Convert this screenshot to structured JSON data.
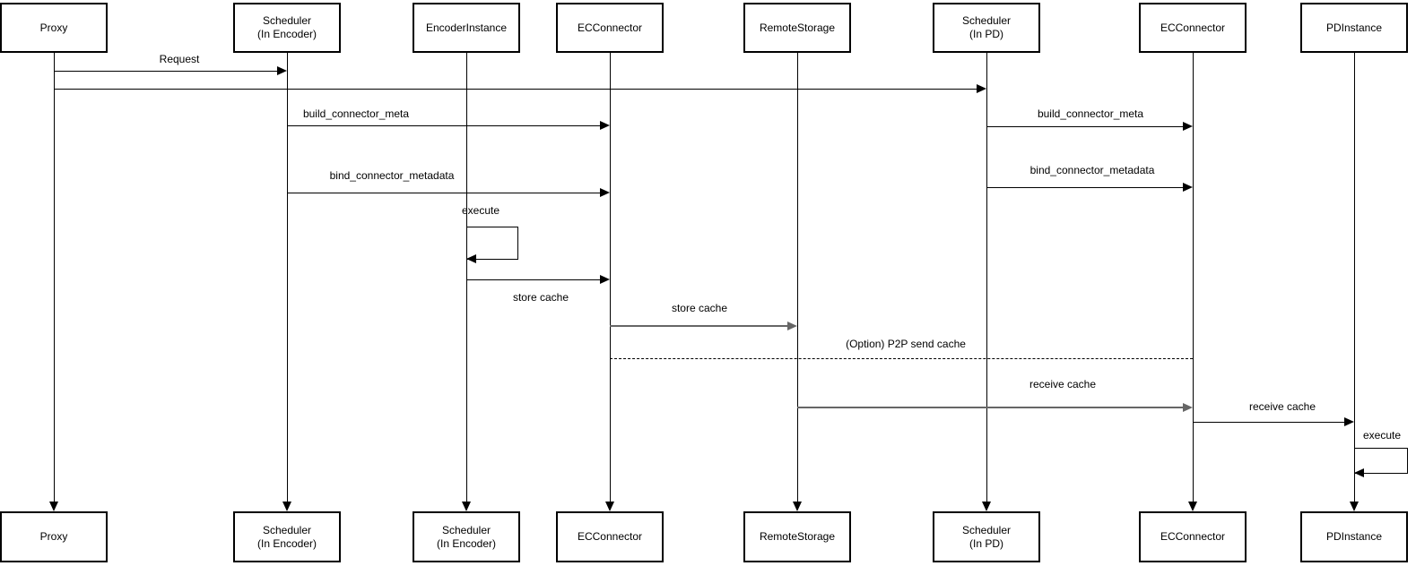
{
  "diagram": {
    "kind": "uml-sequence-diagram",
    "colors": {
      "stroke": "#000000",
      "stroke_alt": "#666666",
      "fill": "#ffffff",
      "text": "#000000"
    },
    "actors": [
      {
        "name": "Proxy",
        "top_label": "Proxy",
        "bottom_label": "Proxy"
      },
      {
        "name": "Scheduler (In Encoder)",
        "top_label": "Scheduler\n(In Encoder)",
        "bottom_label": "Scheduler\n(In Encoder)"
      },
      {
        "name": "EncoderInstance",
        "top_label": "EncoderInstance",
        "bottom_label": "Scheduler\n(In Encoder)"
      },
      {
        "name": "ECConnector (Encoder side)",
        "top_label": "ECConnector",
        "bottom_label": "ECConnector"
      },
      {
        "name": "RemoteStorage",
        "top_label": "RemoteStorage",
        "bottom_label": "RemoteStorage"
      },
      {
        "name": "Scheduler (In PD)",
        "top_label": "Scheduler\n(In PD)",
        "bottom_label": "Scheduler\n(In PD)"
      },
      {
        "name": "ECConnector (PD side)",
        "top_label": "ECConnector",
        "bottom_label": "ECConnector"
      },
      {
        "name": "PDInstance",
        "top_label": "PDInstance",
        "bottom_label": "PDInstance"
      }
    ],
    "messages": [
      {
        "label": "Request",
        "from": "Proxy",
        "to": "Scheduler (In Encoder)",
        "style": "solid"
      },
      {
        "label": "",
        "from": "Proxy",
        "to": "Scheduler (In PD)",
        "style": "solid"
      },
      {
        "label": "build_connector_meta",
        "from": "Scheduler (In Encoder)",
        "to": "ECConnector (Encoder side)",
        "style": "solid"
      },
      {
        "label": "bind_connector_metadata",
        "from": "Scheduler (In Encoder)",
        "to": "ECConnector (Encoder side)",
        "style": "solid"
      },
      {
        "label": "execute",
        "from": "EncoderInstance",
        "to": "EncoderInstance",
        "style": "self"
      },
      {
        "label": "store cache",
        "from": "EncoderInstance",
        "to": "ECConnector (Encoder side)",
        "style": "solid"
      },
      {
        "label": "store cache",
        "from": "ECConnector (Encoder side)",
        "to": "RemoteStorage",
        "style": "solid"
      },
      {
        "label": "(Option) P2P send cache",
        "from": "ECConnector (Encoder side)",
        "to": "ECConnector (PD side)",
        "style": "dashed"
      },
      {
        "label": "receive cache",
        "from": "RemoteStorage",
        "to": "ECConnector (PD side)",
        "style": "solid"
      },
      {
        "label": "receive cache",
        "from": "ECConnector (PD side)",
        "to": "PDInstance",
        "style": "solid"
      },
      {
        "label": "build_connector_meta",
        "from": "Scheduler (In PD)",
        "to": "ECConnector (PD side)",
        "style": "solid"
      },
      {
        "label": "bind_connector_metadata",
        "from": "Scheduler (In PD)",
        "to": "ECConnector (PD side)",
        "style": "solid"
      },
      {
        "label": "execute",
        "from": "PDInstance",
        "to": "PDInstance",
        "style": "self"
      }
    ]
  }
}
